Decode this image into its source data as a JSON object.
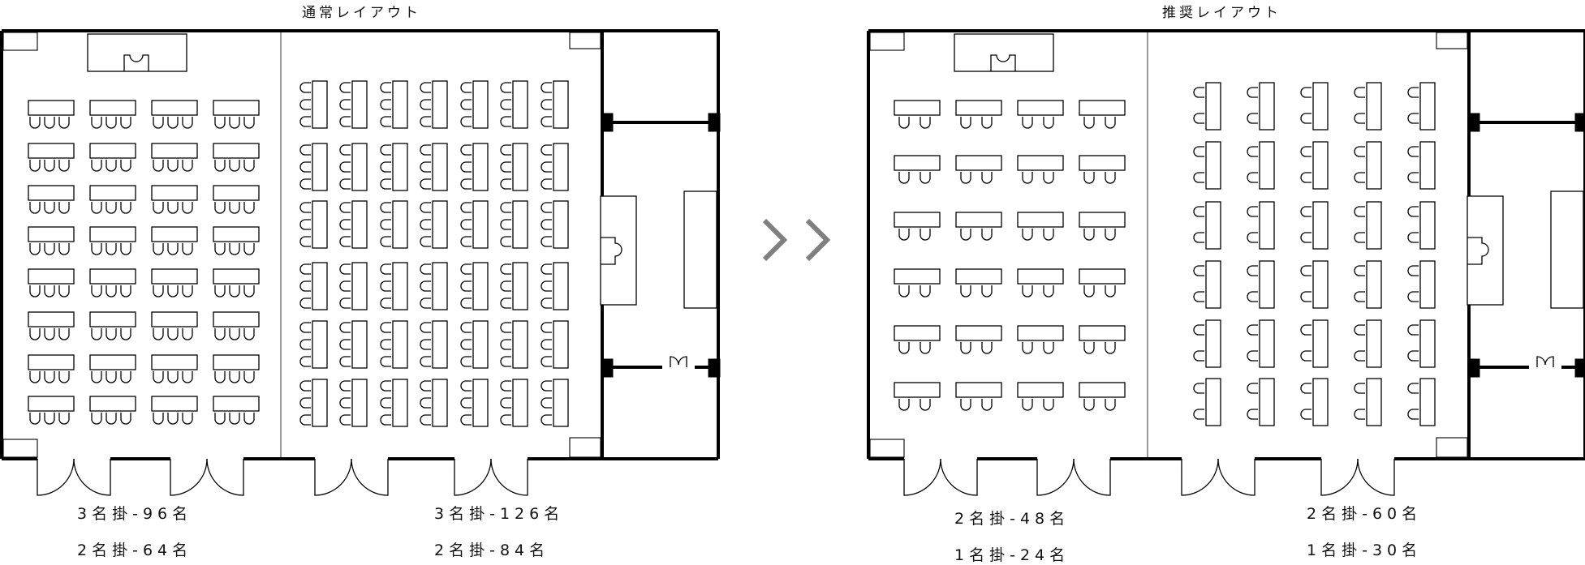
{
  "layouts": [
    {
      "title": "通常レイアウト",
      "left_room": {
        "lines": [
          "3名掛-96名",
          "2名掛-64名"
        ]
      },
      "right_room": {
        "lines": [
          "3名掛-126名",
          "2名掛-84名"
        ]
      }
    },
    {
      "title": "推奨レイアウト",
      "left_room": {
        "lines": [
          "2名掛-48名",
          "1名掛-24名"
        ]
      },
      "right_room": {
        "lines": [
          "2名掛-60名",
          "1名掛-30名"
        ]
      }
    }
  ],
  "arrow": {
    "icon": "double-chevron-right-icon",
    "color": "#808080"
  }
}
